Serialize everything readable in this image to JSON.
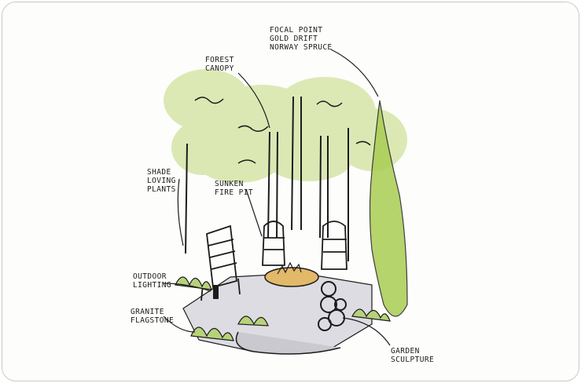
{
  "labels": {
    "focal_point": "FOCAL POINT\nGOLD DRIFT\nNORWAY SPRUCE",
    "forest_canopy": "FOREST\nCANOPY",
    "shade_plants": "SHADE\nLOVING\nPLANTS",
    "sunken_fire_pit": "SUNKEN\nFIRE PIT",
    "outdoor_lighting": "OUTDOOR\nLIGHTING",
    "granite_flagstone": "GRANITE\nFLAGSTONE",
    "garden_sculpture": "GARDEN\nSCULPTURE"
  },
  "colors": {
    "ink": "#1c1c1c",
    "foliage": "#c9dc93",
    "spruce": "#a9cd52",
    "stone": "#cfcfd6",
    "fire": "#d9a24a"
  }
}
